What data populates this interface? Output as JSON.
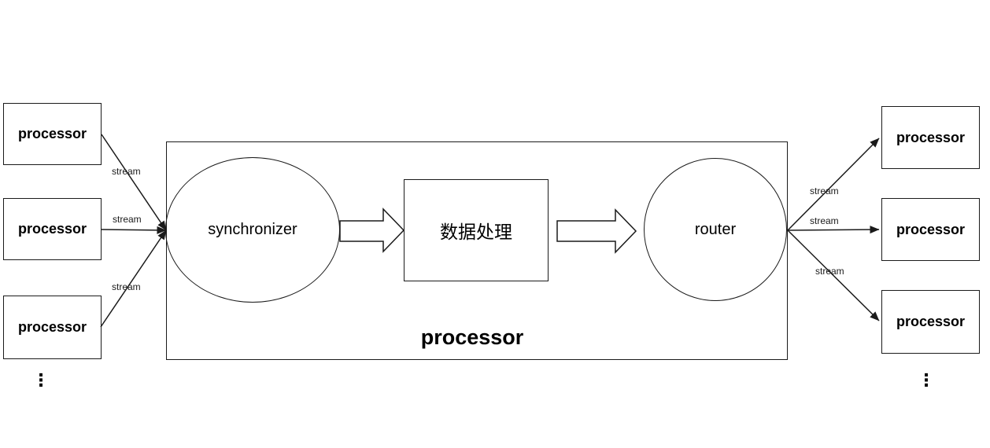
{
  "diagram": {
    "outer_box_label": "processor",
    "synchronizer_label": "synchronizer",
    "data_processing_label": "数据处理",
    "router_label": "router",
    "left_processors": [
      {
        "label": "processor"
      },
      {
        "label": "processor"
      },
      {
        "label": "processor"
      }
    ],
    "right_processors": [
      {
        "label": "processor"
      },
      {
        "label": "processor"
      },
      {
        "label": "processor"
      }
    ],
    "left_streams": [
      "stream",
      "stream",
      "stream"
    ],
    "right_streams": [
      "stream",
      "stream",
      "stream"
    ],
    "left_ellipsis": "⋮",
    "right_ellipsis": "⋮",
    "colors": {
      "line": "#1a1a1a",
      "background": "#ffffff",
      "text": "#000000"
    }
  }
}
